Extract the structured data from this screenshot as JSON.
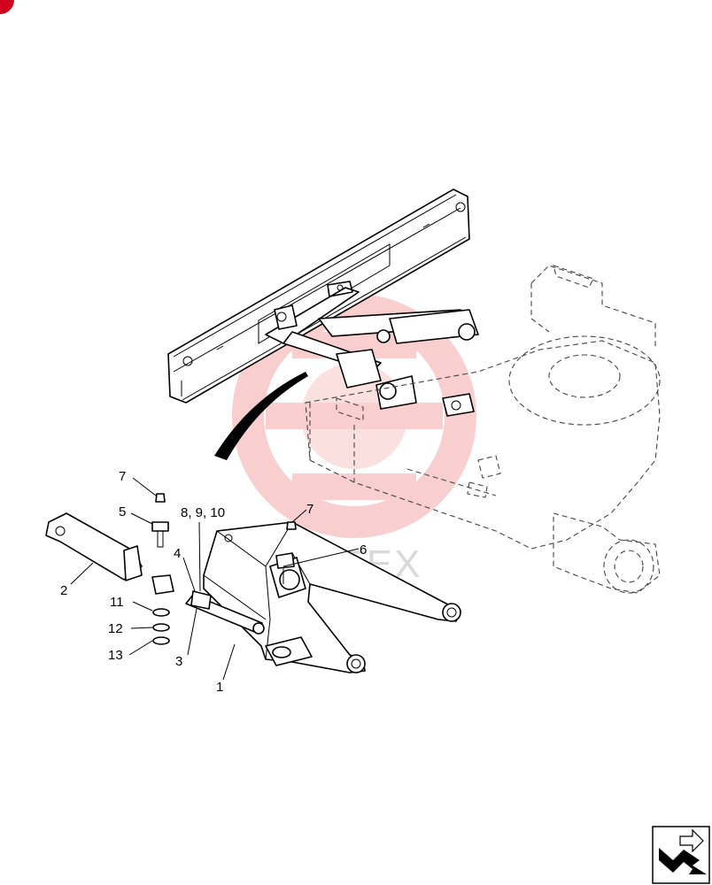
{
  "diagram": {
    "watermark": "MOTEX",
    "accent_color": "#d0021b",
    "watermark_color": "#f2a0a0",
    "callouts": [
      "1",
      "2",
      "3",
      "4",
      "5",
      "6",
      "7",
      "7",
      "8, 9, 10",
      "11",
      "12",
      "13"
    ],
    "nav_icon": "bent-arrow-icon"
  }
}
